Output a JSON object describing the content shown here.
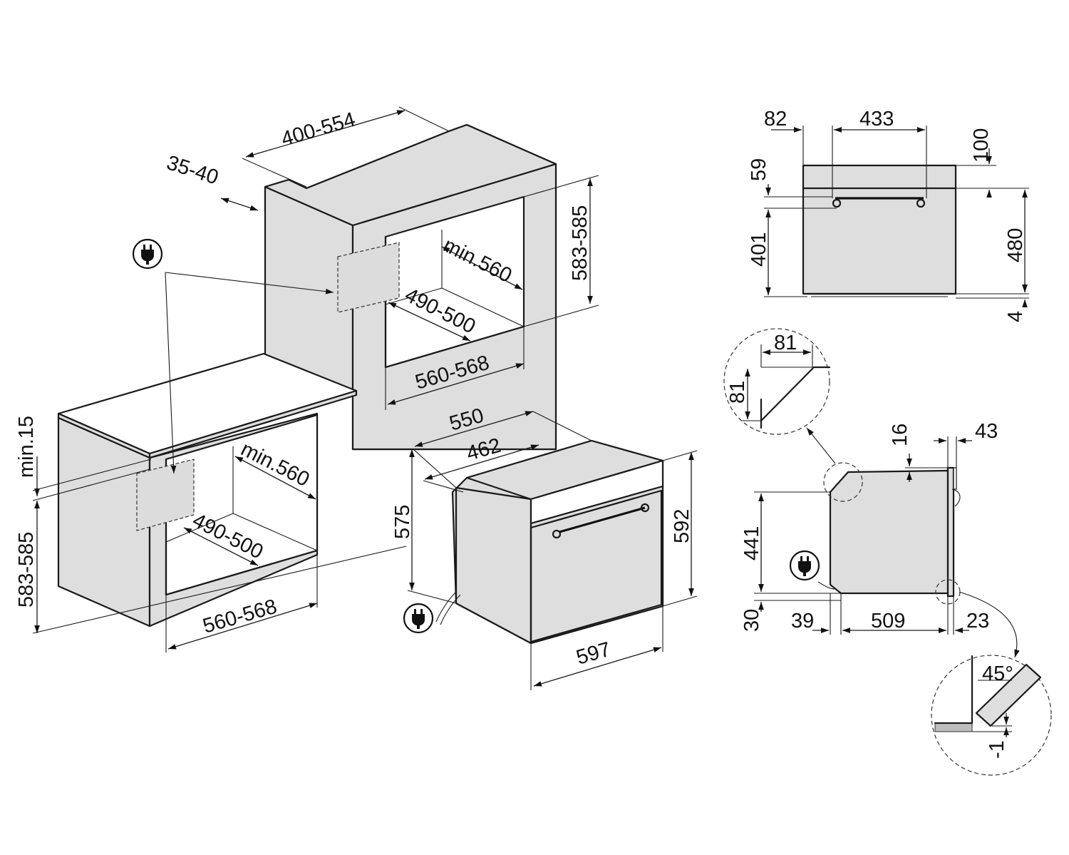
{
  "labels": {
    "upper_depth": "400-554",
    "upper_gap": "35-40",
    "upper_niche_height": "583-585",
    "upper_min_depth": "min.560",
    "upper_inner_depth": "490-500",
    "upper_width": "560-568",
    "lower_min_gap": "min.15",
    "lower_niche_height": "583-585",
    "lower_min_depth": "min.560",
    "lower_inner_depth": "490-500",
    "lower_width": "560-568",
    "oven_depth_total": "550",
    "oven_depth_body": "462",
    "oven_body_height": "575",
    "oven_front_height": "592",
    "oven_front_width": "597",
    "front_82": "82",
    "front_433": "433",
    "front_100": "100",
    "front_59": "59",
    "front_401": "401",
    "front_480": "480",
    "front_4": "4",
    "detail_81_h": "81",
    "detail_81_v": "81",
    "side_16": "16",
    "side_43": "43",
    "side_441": "441",
    "side_30": "30",
    "side_39": "39",
    "side_509": "509",
    "side_23": "23",
    "detail_angle": "45°",
    "detail_minus1": "-1"
  },
  "icons": {
    "power": "power-plug-icon"
  }
}
